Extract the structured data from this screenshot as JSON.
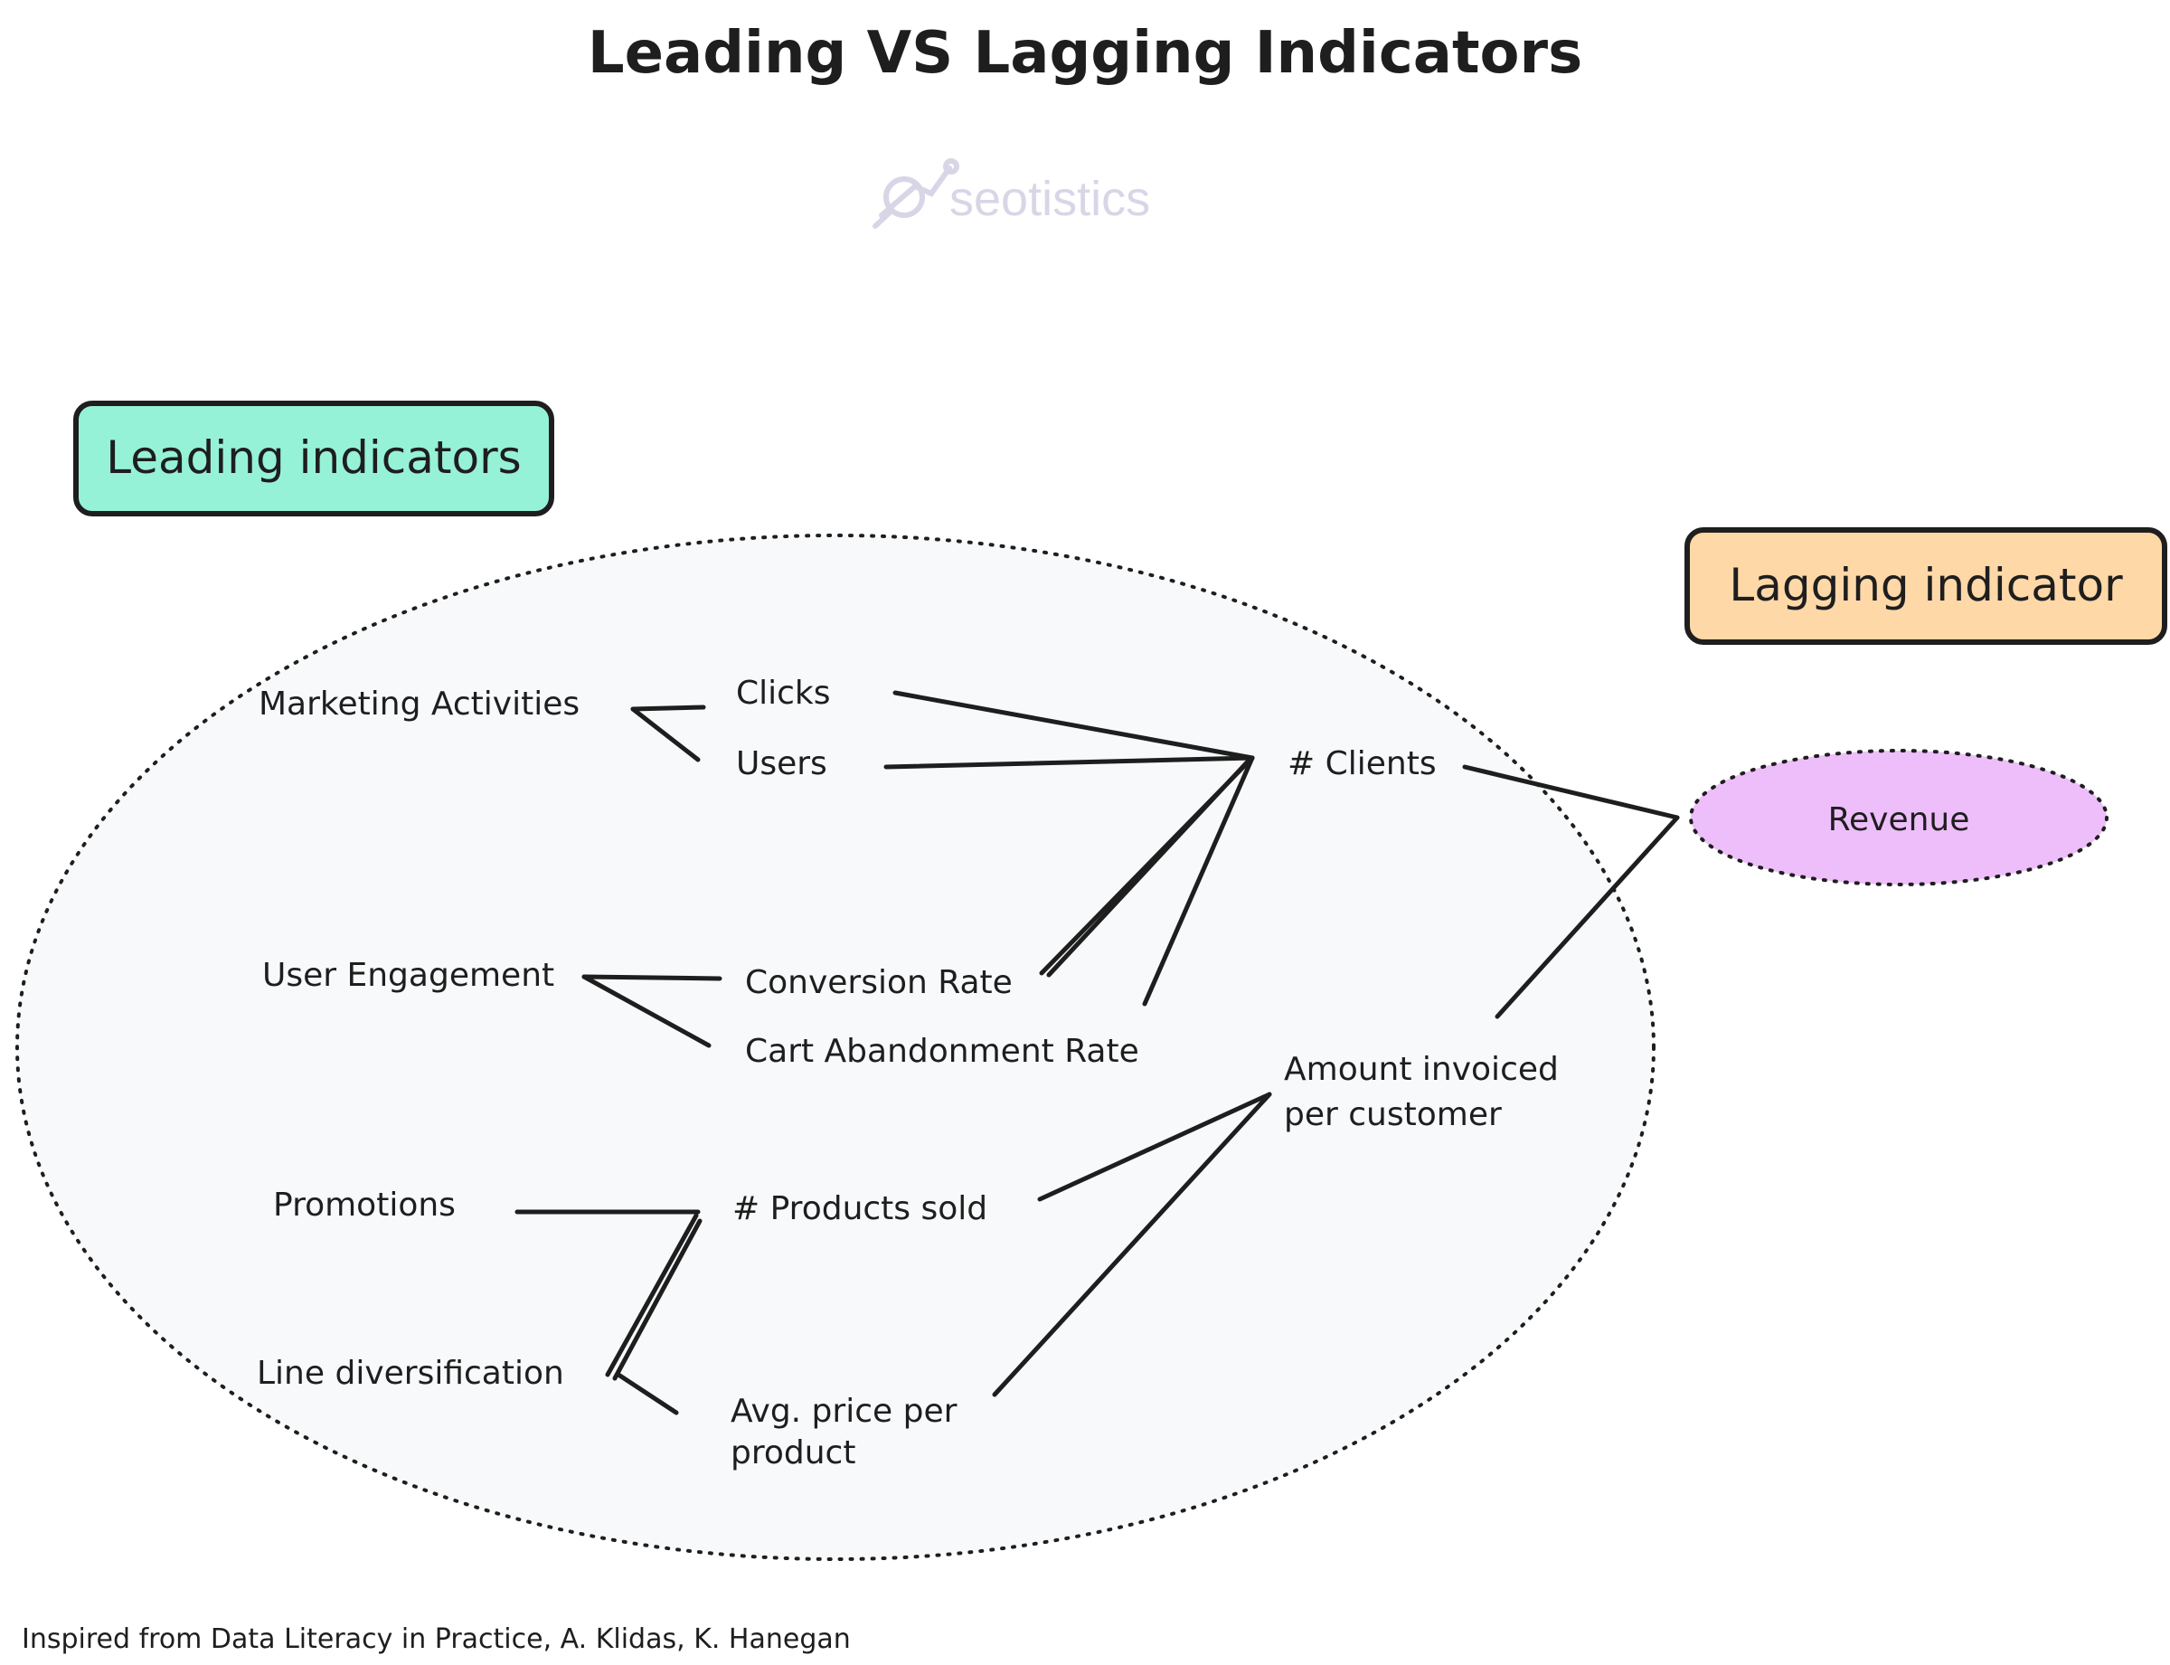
{
  "title": "Leading VS Lagging Indicators",
  "watermark": {
    "text": "seotistics",
    "icon": "chart-line-logo-icon"
  },
  "boxes": {
    "leading": {
      "label": "Leading indicators",
      "color": "#96f2d7"
    },
    "lagging": {
      "label": "Lagging indicator",
      "color": "#ffd8a8"
    }
  },
  "nodes": {
    "marketing_activities": "Marketing Activities",
    "clicks": "Clicks",
    "users": "Users",
    "clients": "# Clients",
    "revenue": "Revenue",
    "user_engagement": "User Engagement",
    "conversion_rate": "Conversion Rate",
    "cart_abandonment_rate": "Cart Abandonment Rate",
    "amount_invoiced_line1": "Amount invoiced",
    "amount_invoiced_line2": "per customer",
    "promotions": "Promotions",
    "products_sold": "# Products sold",
    "line_diversification": "Line diversification",
    "avg_price_line1": "Avg. price per",
    "avg_price_line2": "product"
  },
  "revenue_color": "#eebefa",
  "region_color": "#f8f9fa",
  "footer": "Inspired from Data Literacy in Practice, A. Klidas, K. Hanegan"
}
